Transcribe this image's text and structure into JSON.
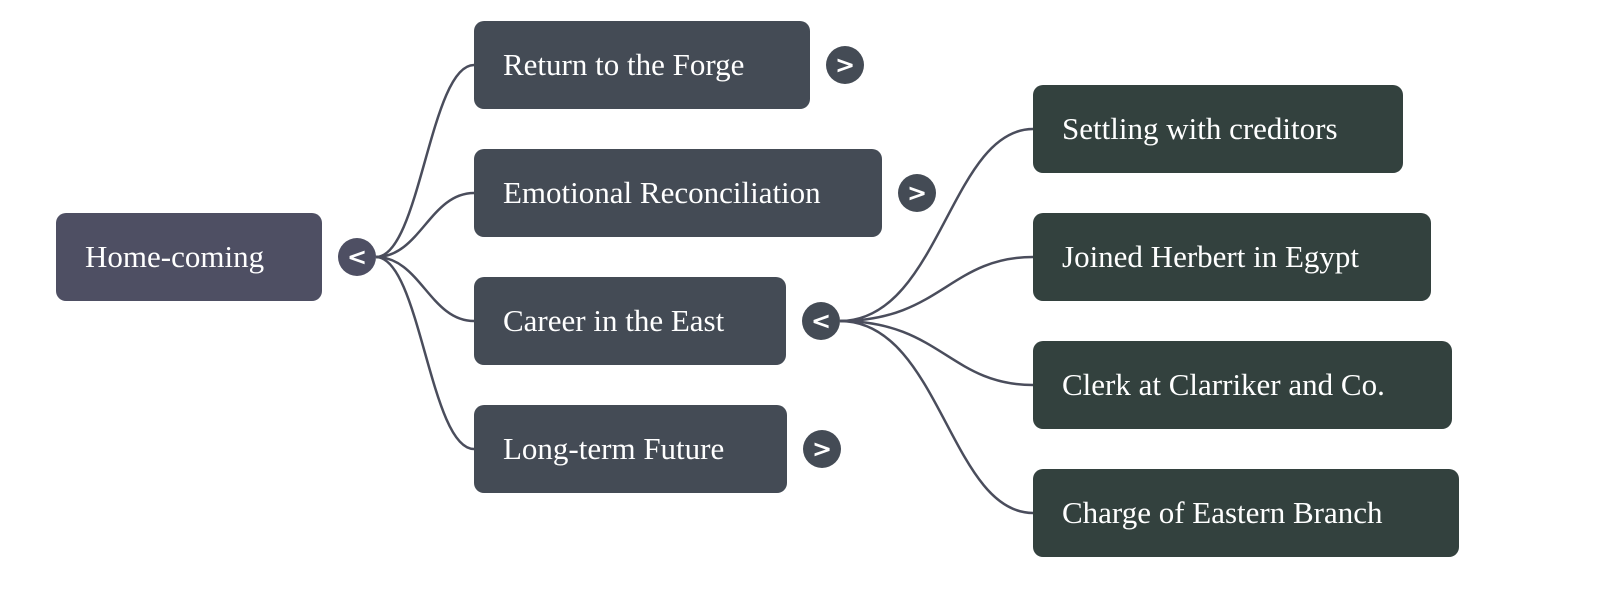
{
  "mindmap": {
    "root": {
      "label": "Home-coming",
      "toggle": "<",
      "expanded": true
    },
    "branches": [
      {
        "label": "Return to the Forge",
        "toggle": ">",
        "expanded": false,
        "children": []
      },
      {
        "label": "Emotional Reconciliation",
        "toggle": ">",
        "expanded": false,
        "children": []
      },
      {
        "label": "Career in the East",
        "toggle": "<",
        "expanded": true,
        "children": [
          {
            "label": "Settling with creditors"
          },
          {
            "label": "Joined Herbert in Egypt"
          },
          {
            "label": "Clerk at Clarriker and Co."
          },
          {
            "label": "Charge of Eastern Branch"
          }
        ]
      },
      {
        "label": "Long-term Future",
        "toggle": ">",
        "expanded": false,
        "children": []
      }
    ],
    "colors": {
      "root": "#4e4f63",
      "branch": "#444b55",
      "leaf": "#33413e",
      "link": "#4a4d5c"
    }
  }
}
